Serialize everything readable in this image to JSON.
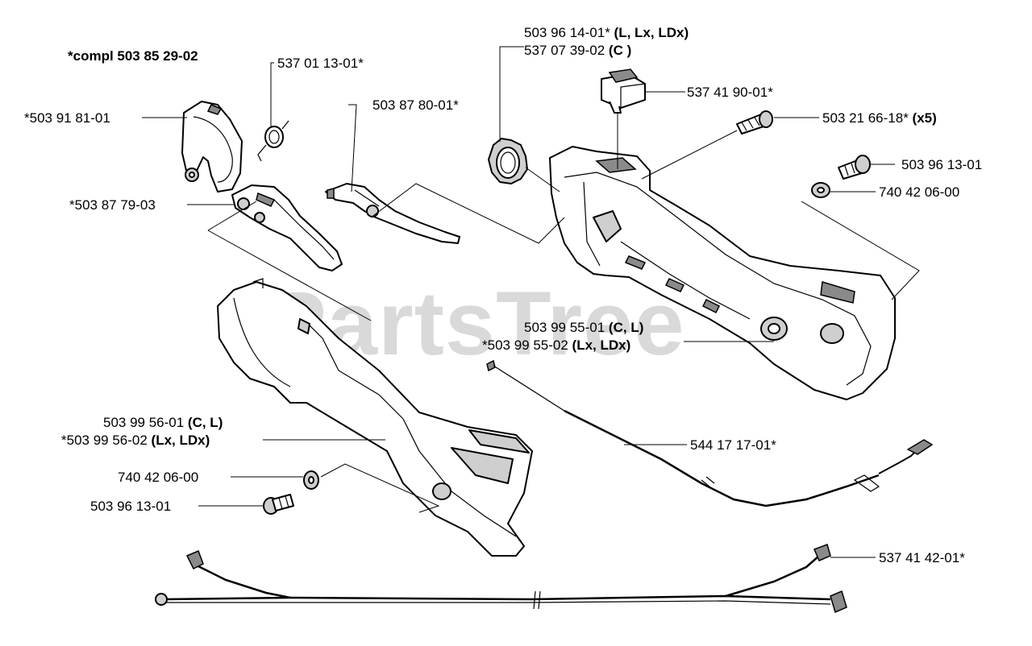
{
  "watermark": "PartsTree",
  "labels": {
    "compl": "*compl 503 85 29-02",
    "p1": "537 01 13-01*",
    "p2": "*503 91 81-01",
    "p3": "503 87 80-01*",
    "p4": "*503 87 79-03",
    "p5a": "503 96 14-01*",
    "p5a_variants": " (L, Lx, LDx)",
    "p5b": "537 07 39-02",
    "p5b_variants": " (C )",
    "p6": "537 41 90-01*",
    "p7": "503 21 66-18*",
    "p7_qty": " (x5)",
    "p8": "503 96 13-01",
    "p9": "740 42 06-00",
    "p10a": "503 99 55-01",
    "p10a_variants": " (C, L)",
    "p10b": "*503 99 55-02",
    "p10b_variants": " (Lx, LDx)",
    "p11a": "503 99 56-01",
    "p11a_variants": " (C, L)",
    "p11b": "*503 99 56-02",
    "p11b_variants": " (Lx, LDx)",
    "p12": "544 17 17-01*",
    "p13": "740 42 06-00",
    "p14": "503 96 13-01",
    "p15": "537 41 42-01*"
  },
  "colors": {
    "ink": "#000000",
    "part_fill": "#ffffff",
    "part_shade": "#cfcfcf",
    "watermark": "#d9d9d9"
  }
}
